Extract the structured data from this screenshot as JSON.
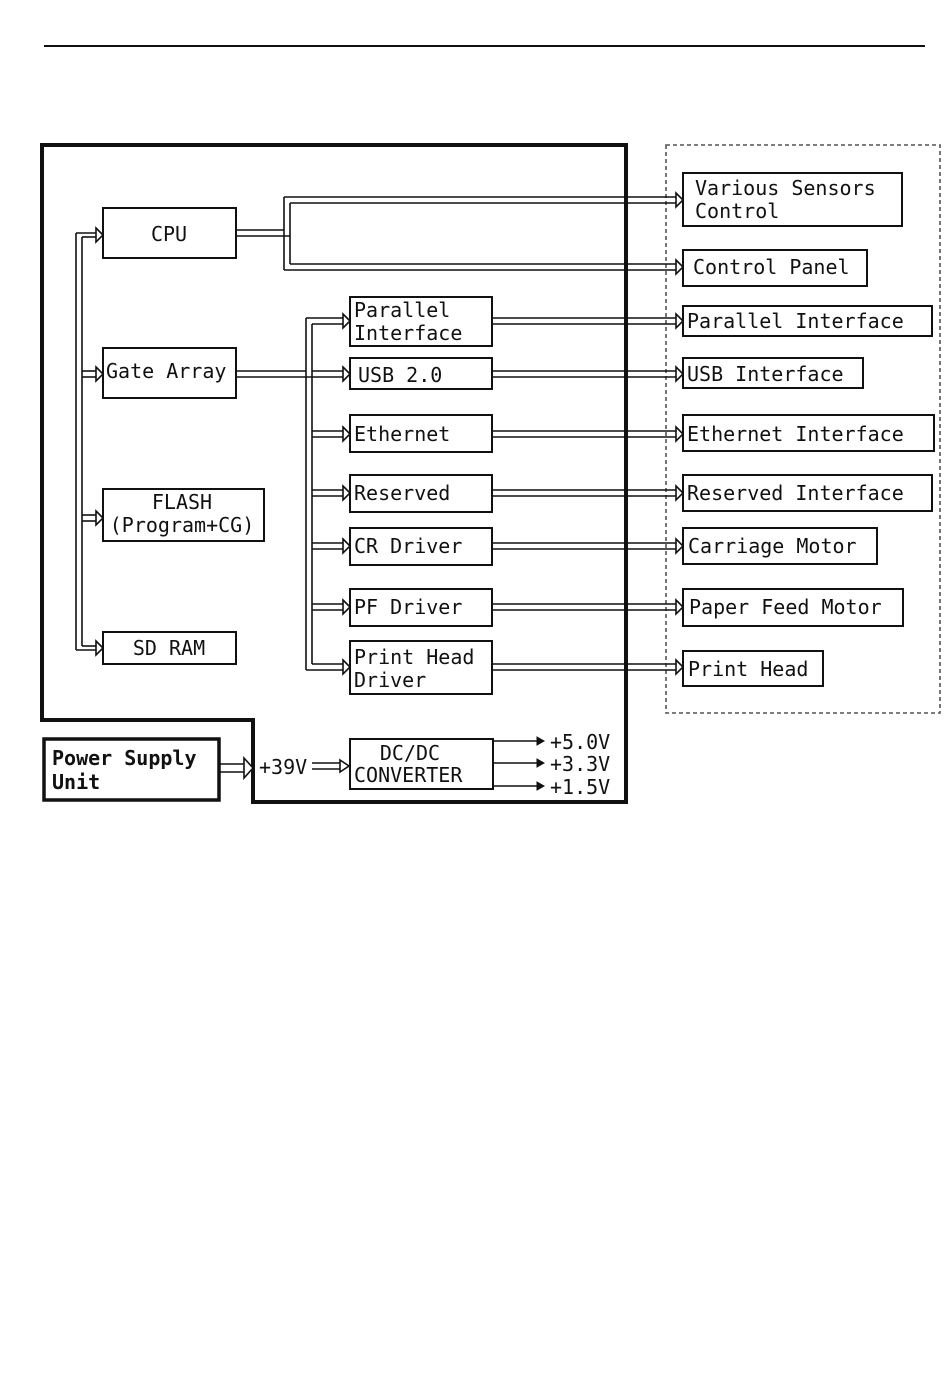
{
  "blocks": {
    "cpu": "CPU",
    "gate_array": "Gate Array",
    "flash": [
      "FLASH",
      "(Program+CG)"
    ],
    "sdram": "SD RAM",
    "parallel_interface": [
      "Parallel",
      "Interface"
    ],
    "usb": "USB 2.0",
    "ethernet": "Ethernet",
    "reserved": "Reserved",
    "cr_driver": "CR Driver",
    "pf_driver": "PF Driver",
    "print_head_driver": [
      "Print Head",
      "Driver"
    ],
    "dcdc_converter": [
      "DC/DC",
      "CONVERTER"
    ],
    "power_supply_unit": [
      "Power Supply",
      "Unit"
    ]
  },
  "external": {
    "various_sensors": [
      "Various Sensors",
      "Control"
    ],
    "control_panel": "Control Panel",
    "parallel_interface": "Parallel Interface",
    "usb_interface": "USB Interface",
    "ethernet_interface": "Ethernet Interface",
    "reserved_interface": "Reserved Interface",
    "carriage_motor": "Carriage Motor",
    "paper_feed_motor": "Paper Feed Motor",
    "print_head": "Print Head"
  },
  "voltages": {
    "input": "+39V",
    "out_5v": "+5.0V",
    "out_3v3": "+3.3V",
    "out_1v5": "+1.5V"
  }
}
